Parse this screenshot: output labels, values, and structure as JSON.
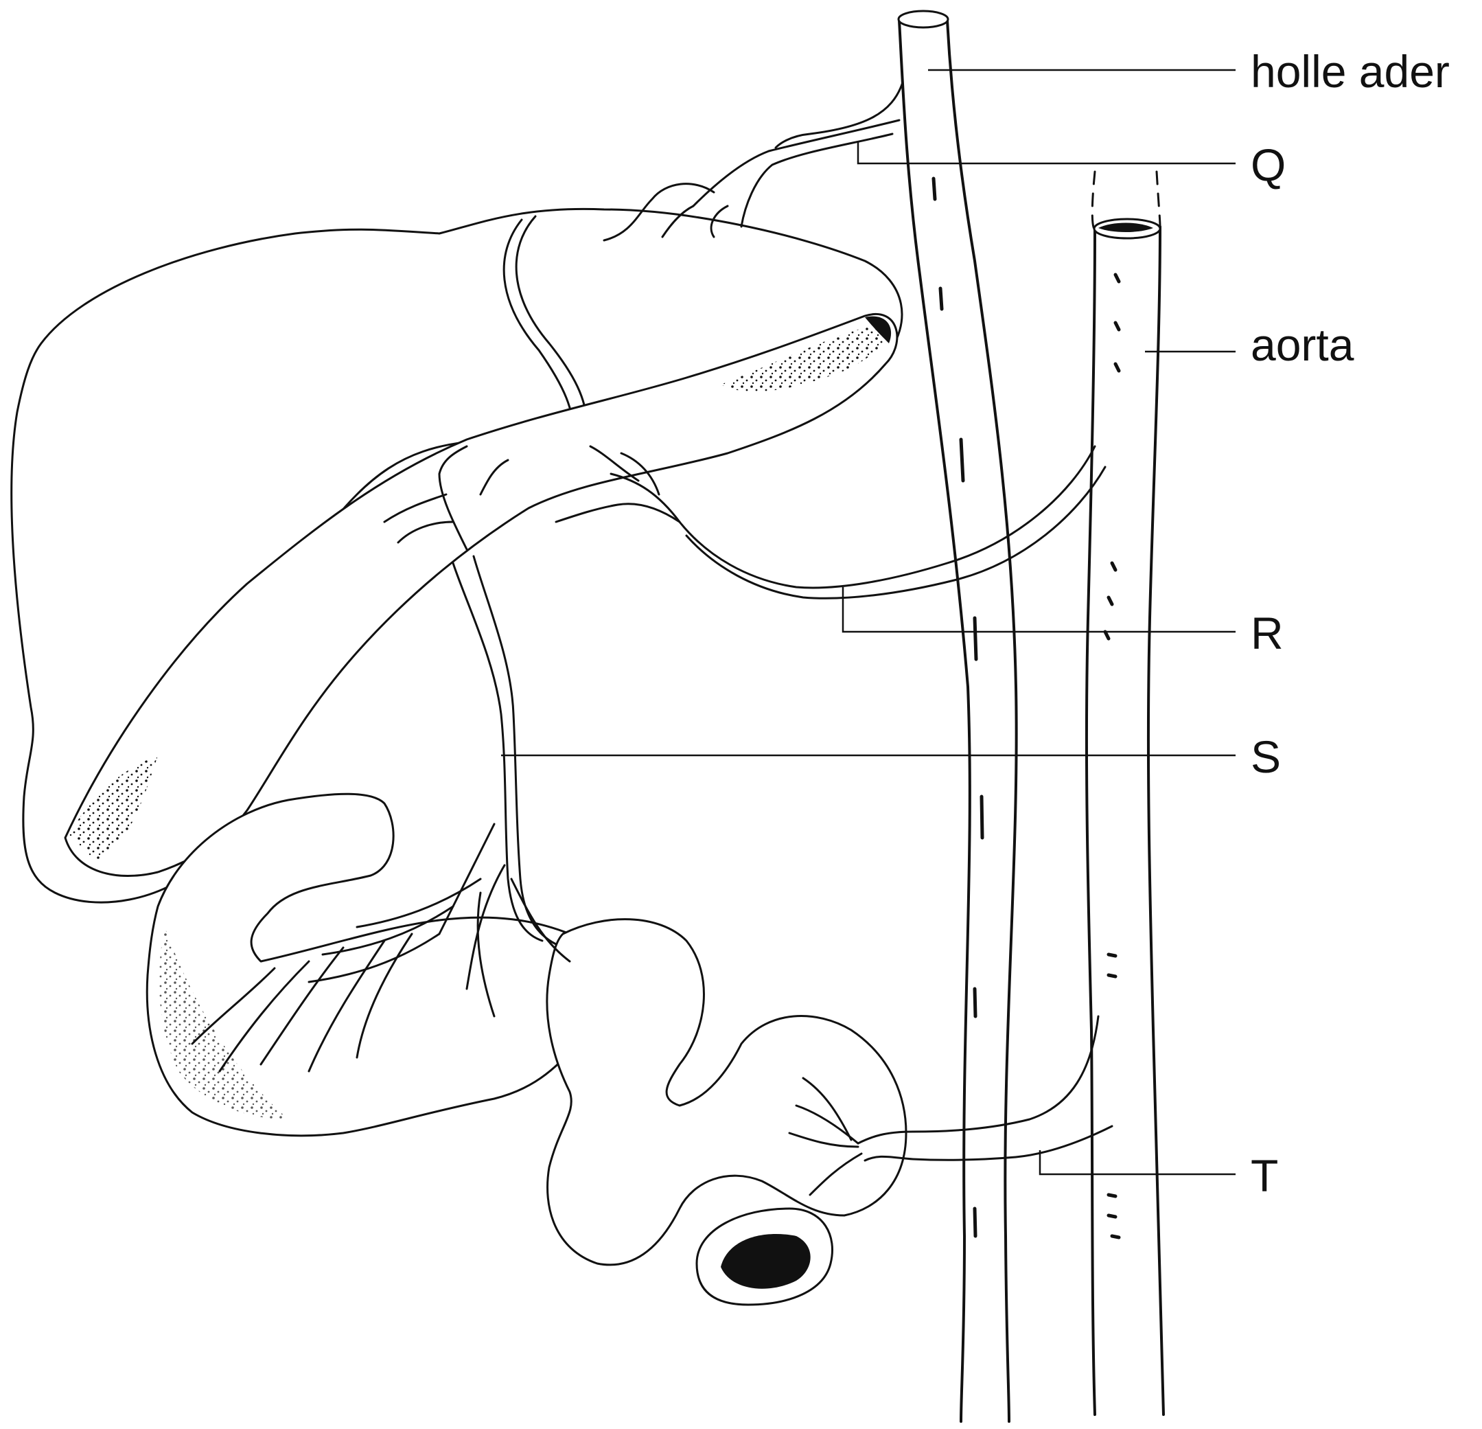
{
  "labels": {
    "holle_ader": "holle ader",
    "q": "Q",
    "aorta": "aorta",
    "r": "R",
    "s": "S",
    "t": "T"
  },
  "colors": {
    "ink": "#111111",
    "paper": "#ffffff"
  }
}
